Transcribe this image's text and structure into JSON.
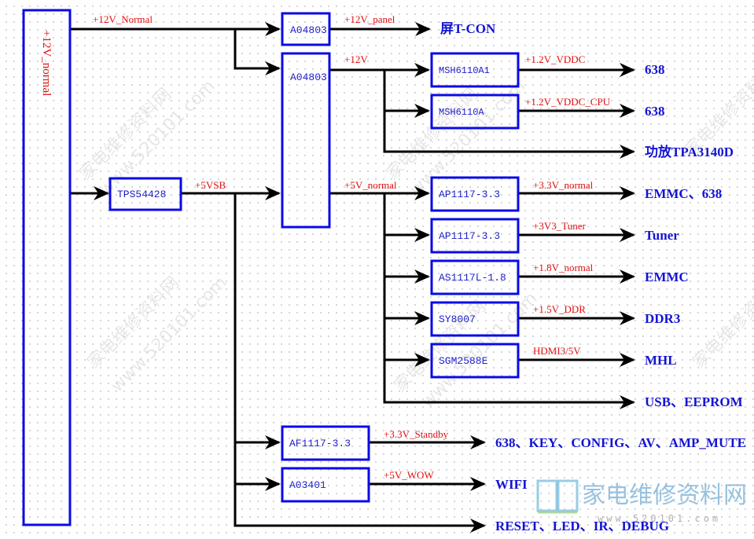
{
  "diagram": {
    "source_block": {
      "label": "+12V_normal"
    },
    "blocks": {
      "ao4803_panel": "A04803",
      "ao4803_main": "A04803",
      "tps54428": "TPS54428",
      "msh6110a1": "MSH6110A1",
      "msh6110a": "MSH6110A",
      "ap1117_a": "AP1117-3.3",
      "ap1117_b": "AP1117-3.3",
      "as1117l": "AS1117L-1.8",
      "sy8007": "SY8007",
      "sgm2588e": "SGM2588E",
      "af1117": "AF1117-3.3",
      "ao3401": "A03401"
    },
    "rails": {
      "v12_normal": "+12V_Normal",
      "v12_panel": "+12V_panel",
      "v12": "+12V",
      "v5vsb": "+5VSB",
      "v1v2_vddc": "+1.2V_VDDC",
      "v1v2_vddc_cpu": "+1.2V_VDDC_CPU",
      "v5_normal": "+5V_normal",
      "v3v3_normal": "+3.3V_normal",
      "v3v3_tuner": "+3V3_Tuner",
      "v1v8_normal": "+1.8V_normal",
      "v1v5_ddr": "+1.5V_DDR",
      "hdmi3_5v": "HDMI3/5V",
      "v3v3_standby": "+3.3V_Standby",
      "v5_wow": "+5V_WOW"
    },
    "destinations": {
      "tcon": "屏T-CON",
      "soc_vddc": "638",
      "soc_vddc_cpu": "638",
      "amp": "功放TPA3140D",
      "emmc_638": "EMMC、638",
      "tuner": "Tuner",
      "emmc": "EMMC",
      "ddr3": "DDR3",
      "mhl": "MHL",
      "usb_eeprom": "USB、EEPROM",
      "standby_loads": "638、KEY、CONFIG、AV、AMP_MUTE",
      "wifi": "WIFI",
      "misc": "RESET、LED、IR、DEBUG"
    },
    "watermark": {
      "site_name": "家电维修资料网",
      "url": "www.520101.com"
    }
  },
  "colors": {
    "block_border": "#0a0ae6",
    "chip_text": "#1e1ec8",
    "rail_text": "#e01010",
    "dest_text": "#1414d2",
    "wire": "#000000"
  }
}
